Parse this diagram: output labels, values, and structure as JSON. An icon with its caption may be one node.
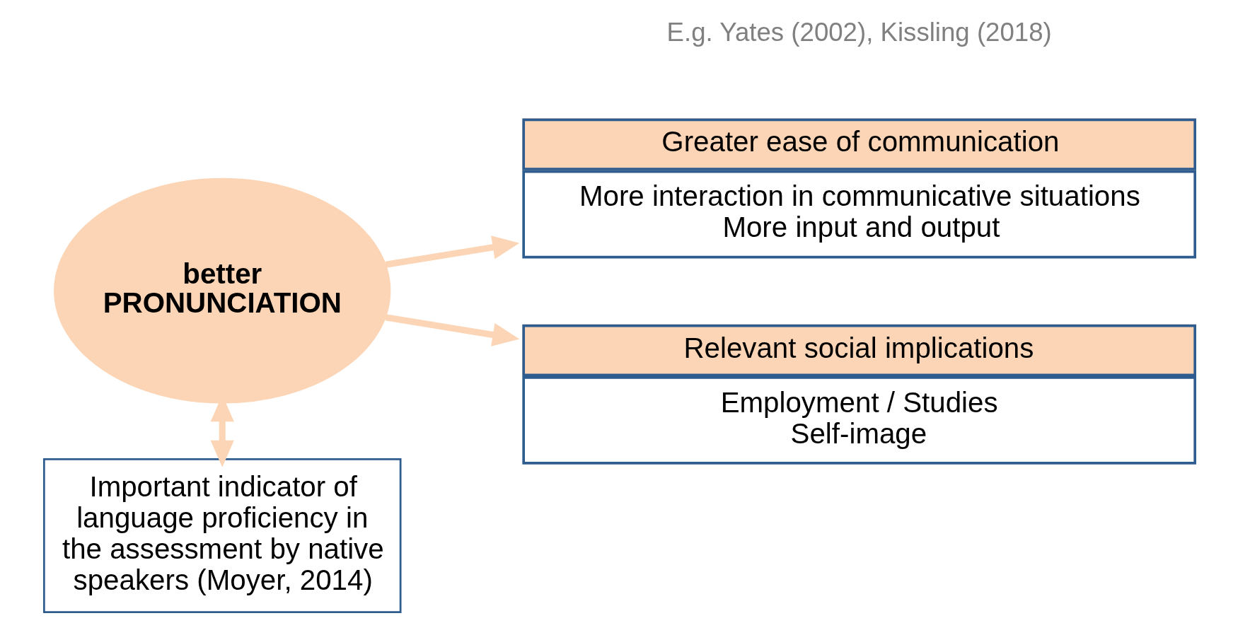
{
  "diagram": {
    "nodes": [
      {
        "text": [
          "better PRONUNCIATION"
        ]
      },
      {
        "text": [
          "Greater ease of communication",
          "More interaction in communicative situations",
          "More input and output"
        ]
      },
      {
        "text": [
          "Relevant social implications",
          "Employment / Studies",
          "Self-image"
        ]
      },
      {
        "text": [
          "Important indicator of language proficiency in the assessment by native speakers (Moyer, 2014)"
        ]
      }
    ],
    "edges": [
      {
        "from": 0,
        "to": 1,
        "arrow": "to"
      },
      {
        "from": 0,
        "to": 2,
        "arrow": "to"
      },
      {
        "from": 0,
        "to": 3,
        "arrow": "both"
      }
    ],
    "labels": [
      "E.g. Yates (2002), Kissling (2018)"
    ]
  }
}
